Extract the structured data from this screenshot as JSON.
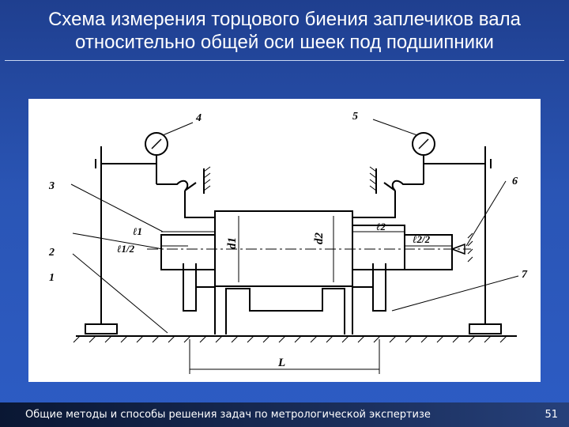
{
  "slide": {
    "title_line1": "Схема измерения торцового биения заплечиков вала",
    "title_line2": "относительно общей оси шеек под подшипники",
    "footer_text": "Общие методы и способы решения задач по метрологической экспертизе",
    "page_number": "51"
  },
  "diagram": {
    "callouts": [
      "1",
      "2",
      "3",
      "4",
      "5",
      "6",
      "7"
    ],
    "dimension_labels": {
      "l1": "ℓ1",
      "l1_half": "ℓ1/2",
      "l2": "ℓ2",
      "l2_half": "ℓ2/2",
      "d1": "d1",
      "d2": "d2",
      "L": "L"
    }
  }
}
